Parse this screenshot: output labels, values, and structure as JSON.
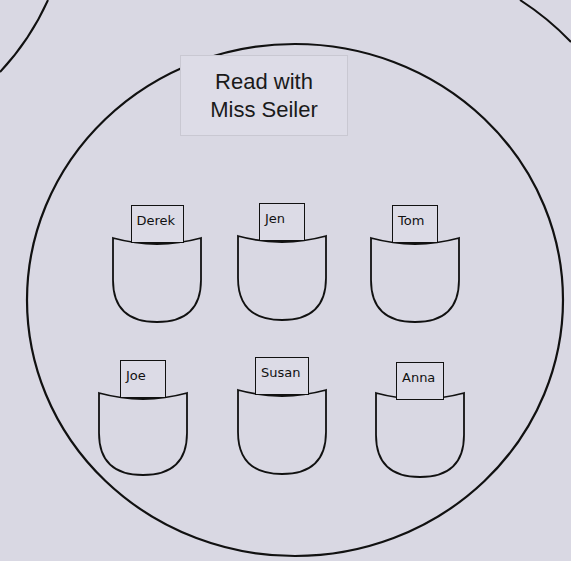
{
  "diagram": {
    "nodes": [
      {
        "text": [
          "Read with Miss Seiler"
        ]
      },
      {
        "text": [
          "Derek"
        ],
        "in": 0
      },
      {
        "text": [
          "Jen"
        ],
        "in": 0
      },
      {
        "text": [
          "Tom"
        ],
        "in": 0
      },
      {
        "text": [
          "Joe"
        ],
        "in": 0
      },
      {
        "text": [
          "Susan"
        ],
        "in": 0
      },
      {
        "text": [
          "Anna"
        ],
        "in": 0
      }
    ]
  }
}
